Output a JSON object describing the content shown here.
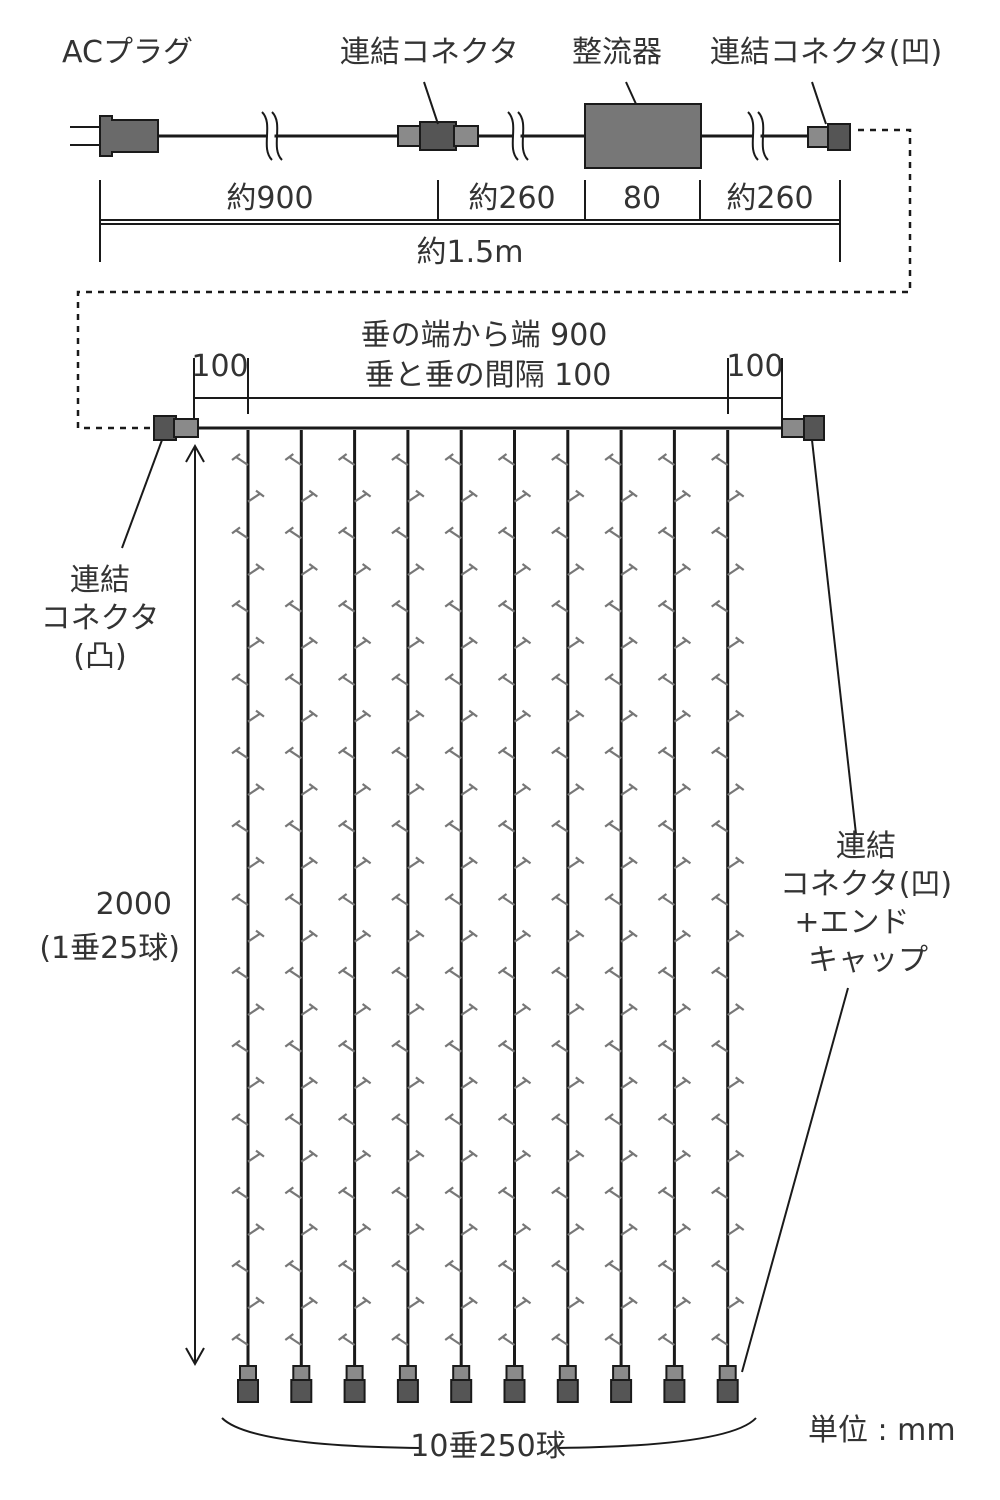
{
  "labels": {
    "ac_plug": "ACプラグ",
    "connector_top": "連結コネクタ",
    "rectifier": "整流器",
    "connector_female_top": "連結コネクタ(凹)",
    "connector_male_left": [
      "連結",
      "コネクタ",
      "(凸)"
    ],
    "connector_female_right": [
      "連結",
      "コネクタ(凹)",
      "+エンド",
      "キャップ"
    ]
  },
  "dimensions": {
    "seg_900": "約900",
    "seg_260_a": "約260",
    "seg_80": "80",
    "seg_260_b": "約260",
    "total": "約1.5m",
    "width_total": "垂の端から端 900",
    "spacing": "垂と垂の間隔 100",
    "margin_left": "100",
    "margin_right": "100",
    "height_value": "2000",
    "height_note": "(1垂25球)",
    "strands_total": "10垂250球",
    "unit": "単位 : mm"
  },
  "curtain": {
    "strand_count": 10,
    "bulbs_per_strand": 25
  },
  "colors": {
    "line": "#1a1a1a",
    "connector_dark": "#555555",
    "connector_light": "#8a8a8a",
    "rectifier": "#777777",
    "bulb": "#777777",
    "text": "#333333"
  }
}
